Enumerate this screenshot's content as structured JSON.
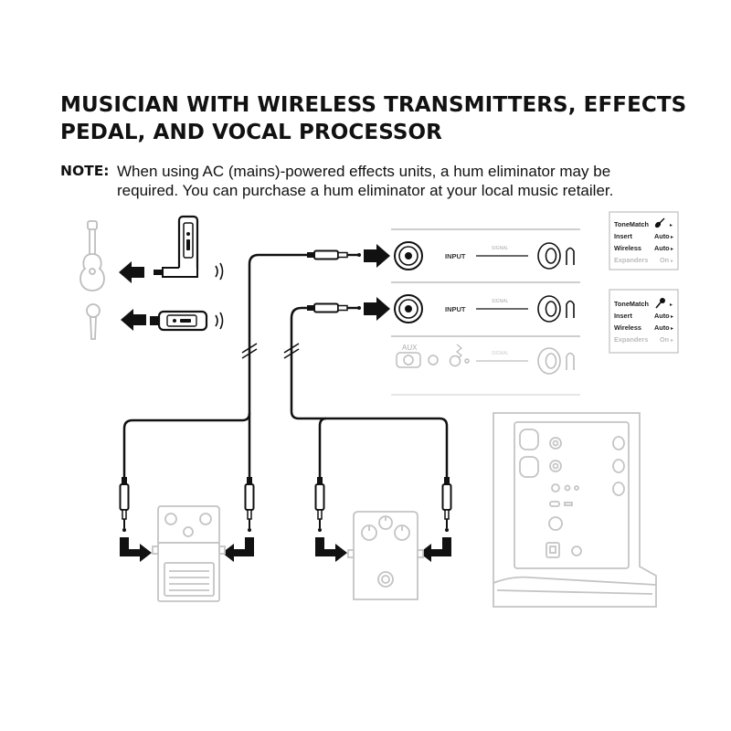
{
  "title": {
    "line1": "MUSICIAN WITH WIRELESS TRANSMITTERS, EFFECTS",
    "line2": "PEDAL, AND VOCAL PROCESSOR"
  },
  "note": {
    "label": "NOTE:",
    "line1": "When using AC (mains)-powered effects units, a hum eliminator may be",
    "line2": "required. You can purchase a hum eliminator at your local music retailer."
  },
  "mixer": {
    "input_label_1": "INPUT",
    "input_label_2": "INPUT",
    "signal_label_1": "SIGNAL",
    "signal_label_2": "SIGNAL",
    "signal_label_3": "SIGNAL",
    "aux_label": "AUX"
  },
  "panel1": {
    "rows": [
      {
        "label": "ToneMatch",
        "value": ""
      },
      {
        "label": "Insert",
        "value": "Auto"
      },
      {
        "label": "Wireless",
        "value": "Auto"
      },
      {
        "label": "Expanders",
        "value": "On"
      }
    ]
  },
  "panel2": {
    "rows": [
      {
        "label": "ToneMatch",
        "value": ""
      },
      {
        "label": "Insert",
        "value": "Auto"
      },
      {
        "label": "Wireless",
        "value": "Auto"
      },
      {
        "label": "Expanders",
        "value": "On"
      }
    ]
  }
}
